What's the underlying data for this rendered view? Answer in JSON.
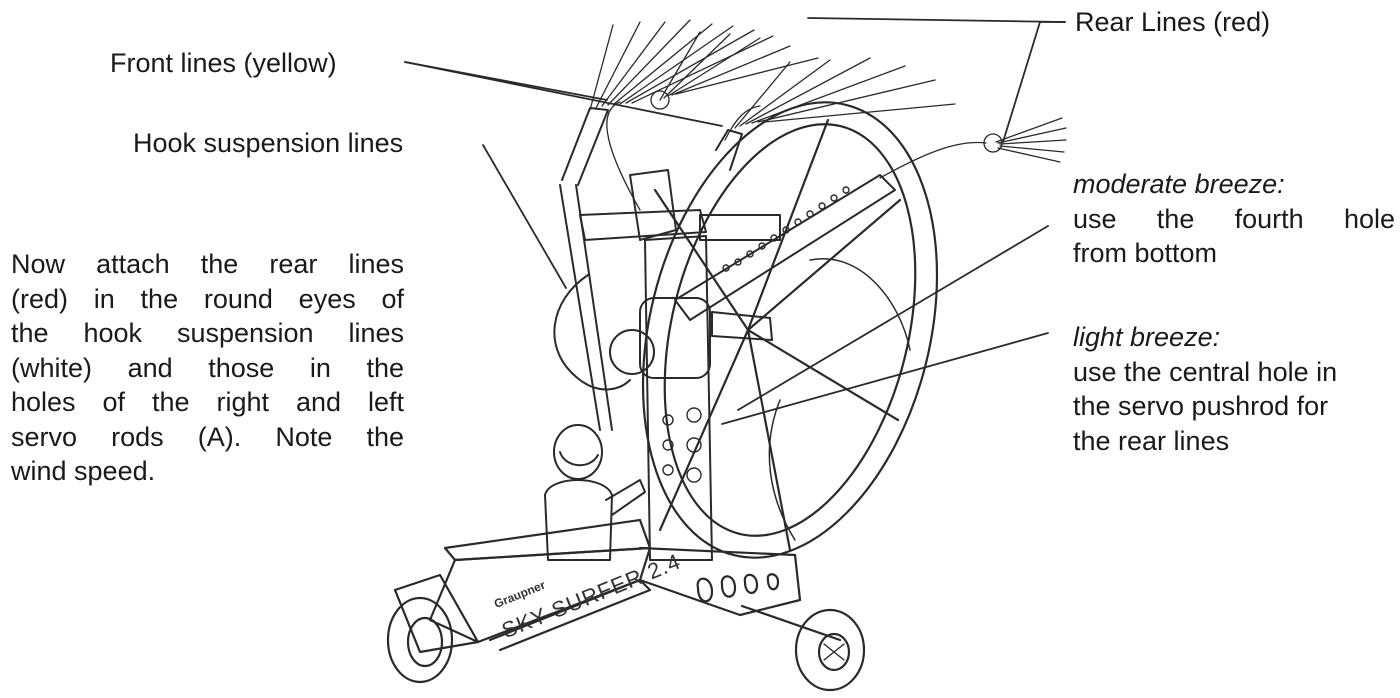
{
  "labels": {
    "front_lines": "Front lines (yellow)",
    "rear_lines": "Rear Lines (red)",
    "hook_lines": "Hook suspension lines"
  },
  "instruction": {
    "lines": [
      "Now attach the rear lines",
      "(red) in the round eyes of",
      "the hook suspension lines",
      "(white) and those in the",
      "holes of the right and left",
      "servo rods (A). Note the",
      "wind speed."
    ]
  },
  "moderate": {
    "title": "moderate breeze:",
    "lines": [
      "use the fourth hole",
      "from bottom"
    ]
  },
  "light": {
    "title": "light breeze:",
    "lines": [
      "use the central hole in",
      "the servo pushrod for",
      "the rear lines"
    ]
  },
  "kart_logo": "Graupner",
  "kart_name": "SKY SURFER 2.4"
}
